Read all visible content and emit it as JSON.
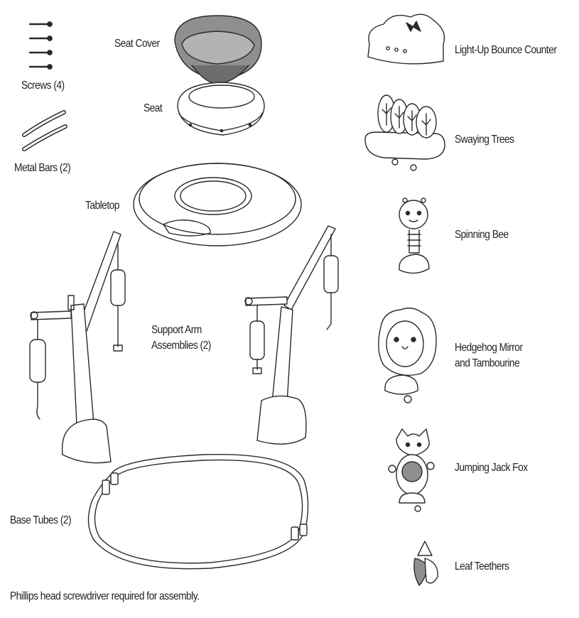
{
  "parts": {
    "screws": "Screws (4)",
    "metal_bars": "Metal Bars (2)",
    "seat_cover": "Seat Cover",
    "seat": "Seat",
    "tabletop": "Tabletop",
    "support_arms_line1": "Support Arm",
    "support_arms_line2": "Assemblies (2)",
    "base_tubes": "Base Tubes (2)",
    "bounce_counter": "Light-Up Bounce Counter",
    "swaying_trees": "Swaying Trees",
    "spinning_bee": "Spinning Bee",
    "hedgehog_line1": "Hedgehog Mirror",
    "hedgehog_line2": "and Tambourine",
    "jumping_fox": "Jumping Jack Fox",
    "leaf_teethers": "Leaf Teethers"
  },
  "footer_note": "Phillips head screwdriver required for assembly.",
  "colors": {
    "line": "#2a2a2a",
    "seat_cover_fill": "#8f8f8f",
    "seat_cover_dark": "#6d6d6d",
    "fill_light": "#f6f6f6"
  }
}
